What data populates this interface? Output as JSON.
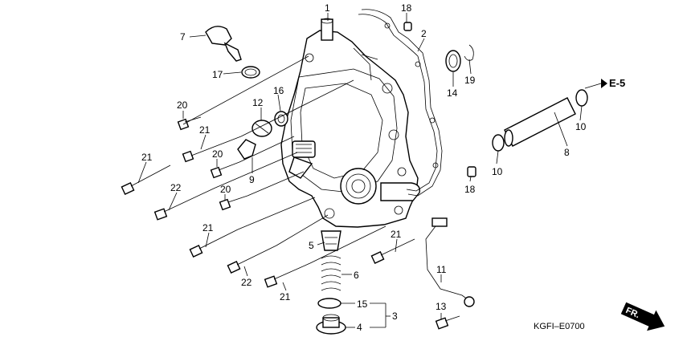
{
  "diagram": {
    "code": "KGFI–E0700",
    "reference": "E-5",
    "direction_marker": "FR.",
    "callouts": [
      "1",
      "2",
      "3",
      "4",
      "5",
      "6",
      "7",
      "8",
      "9",
      "10",
      "10",
      "11",
      "12",
      "13",
      "14",
      "15",
      "16",
      "17",
      "18",
      "18",
      "19",
      "20",
      "20",
      "20",
      "21",
      "21",
      "21",
      "21",
      "21",
      "22",
      "22"
    ]
  }
}
